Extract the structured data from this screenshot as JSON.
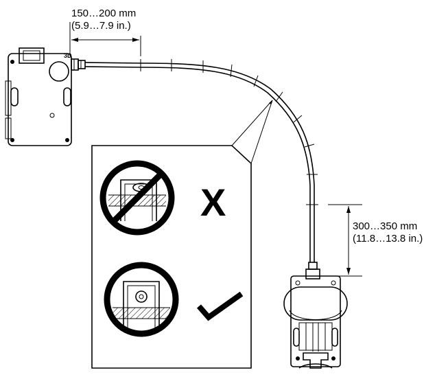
{
  "dimensions": {
    "top_metric": "150…200 mm",
    "top_imperial": "(5.9…7.9 in.)",
    "right_metric": "300…350 mm",
    "right_imperial": "(11.8…13.8 in.)"
  },
  "device_marking": "3D",
  "verdicts": {
    "incorrect_mark": "X"
  },
  "colors": {
    "line": "#000000",
    "background": "#ffffff",
    "hatch": "#000000"
  },
  "icons": {
    "prohibited": "prohibition-sign-icon",
    "approved": "check-mark-icon"
  }
}
